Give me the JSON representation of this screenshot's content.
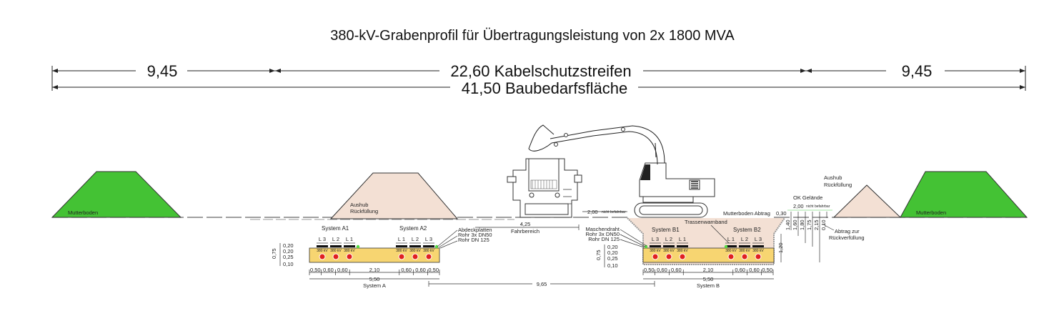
{
  "title": "380-kV-Grabenprofil für Übertragungsleistung von 2x 1800 MVA",
  "dims_top": {
    "left": "9,45",
    "center": "22,60 Kabelschutzstreifen",
    "right": "9,45",
    "total": "41,50 Baubedarfsfläche"
  },
  "mounds": {
    "topsoil_left": "Mutterboden",
    "topsoil_right": "Mutterboden",
    "spoil_a": [
      "Aushub",
      "Rückfüllung"
    ],
    "spoil_b": [
      "Aushub",
      "Rückfüllung"
    ]
  },
  "colors": {
    "topsoil": "#44c234",
    "spoil": "#f3e0d4",
    "bedding": "#f7d571",
    "cable": "#e02020",
    "marker": "#55dd44"
  },
  "system_a": {
    "labels": [
      "System A1",
      "System A2"
    ],
    "phases_a1": [
      "L 3",
      "L 2",
      "L 1"
    ],
    "phases_a2": [
      "L 1",
      "L 2",
      "L 3"
    ],
    "cover_label": "380 kV",
    "callouts": [
      "Abdeckplatten",
      "Rohr 3x DN50",
      "Rohr DN 125"
    ],
    "depths": [
      "0,75",
      "0,20",
      "0,20",
      "0,25",
      "0,10"
    ],
    "widths": [
      "0,50",
      "0,60",
      "0,60",
      "2,10",
      "0,60",
      "0,60",
      "0,50"
    ],
    "total": "5,50",
    "name": "System A"
  },
  "system_b": {
    "labels": [
      "System B1",
      "System B2"
    ],
    "phases_b1": [
      "L 3",
      "L 2",
      "L 1"
    ],
    "phases_b2": [
      "L 1",
      "L 2",
      "L 3"
    ],
    "cover_label": "380 kV",
    "callouts": [
      "Maschendraht",
      "Rohr 3x DN50",
      "Rohr DN 125"
    ],
    "warning_tape": "Trassenwarnband",
    "depths": [
      "0,75",
      "0,20",
      "0,20",
      "0,25",
      "0,10"
    ],
    "widths": [
      "0,50",
      "0,60",
      "0,60",
      "2,10",
      "0,60",
      "0,60",
      "0,50"
    ],
    "total": "5,50",
    "name": "System B",
    "trench_depth": "1,20"
  },
  "between_systems": "9,65",
  "driving_area": {
    "value": "4,25",
    "label": "Fahrbereich"
  },
  "not_passable": {
    "value": "2,00",
    "label": "nicht befahrbar"
  },
  "right_annotations": {
    "topsoil_removal": "Mutterboden Abtrag",
    "topsoil_depth": "0,30",
    "ok_terrain": "OK Gelände",
    "width": "2,00",
    "not_passable": "nicht befahrbar",
    "verticals": [
      "1,40",
      "1,60",
      "1,80",
      "1,75",
      "2,15",
      "0,10"
    ],
    "backfill_removal": [
      "Abtrag zur",
      "Rückverfüllung"
    ]
  }
}
